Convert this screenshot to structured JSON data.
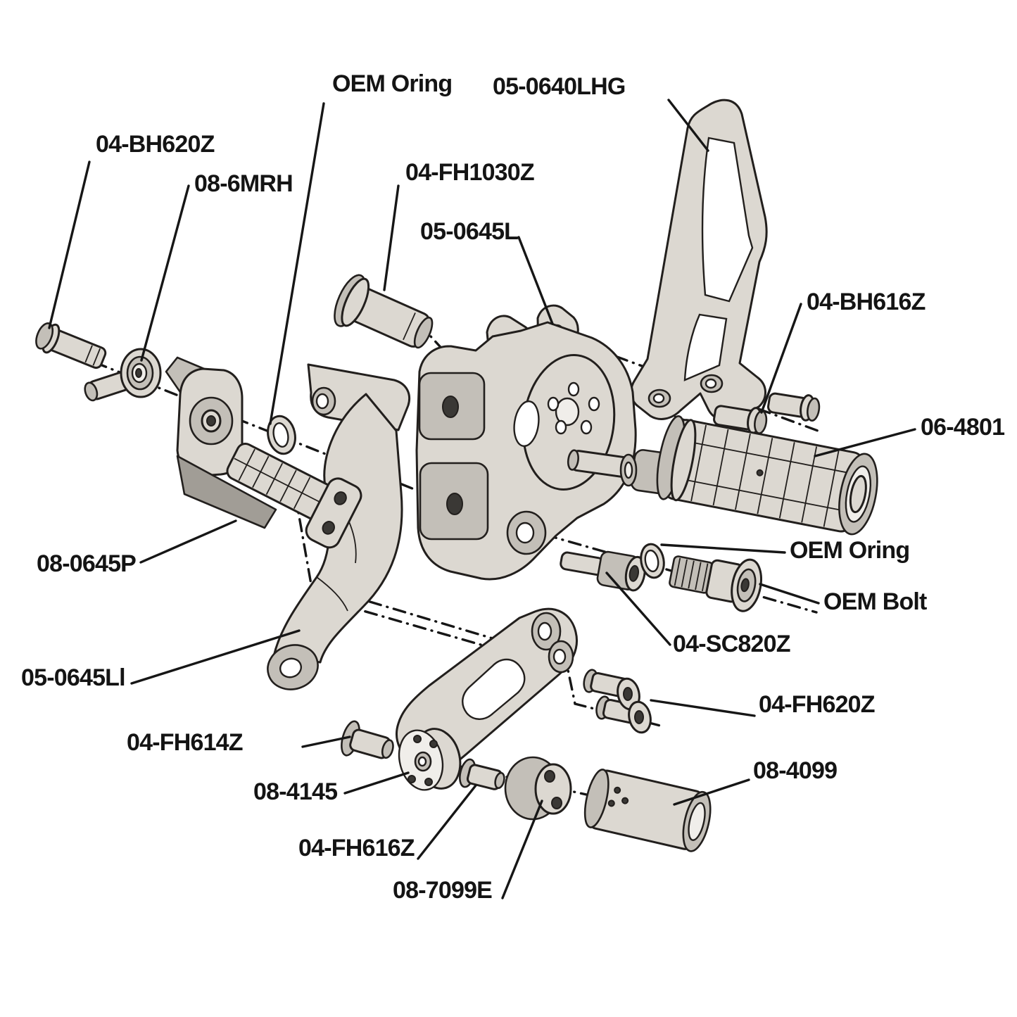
{
  "diagram": {
    "kind": "exploded-parts-diagram",
    "subject": "motorcycle rearset assembly with part number callouts",
    "background_color": "#ffffff",
    "line_color": "#161616",
    "part_fill_color": "#dcd8d1",
    "part_shade_color": "#a19d96"
  },
  "labels": [
    {
      "id": "04-bh620z",
      "text": "04-BH620Z"
    },
    {
      "id": "08-6mrh",
      "text": "08-6MRH"
    },
    {
      "id": "oem-oring-top",
      "text": "OEM Oring"
    },
    {
      "id": "05-0640lhg",
      "text": "05-0640LHG"
    },
    {
      "id": "04-fh1030z",
      "text": "04-FH1030Z"
    },
    {
      "id": "05-0645l",
      "text": "05-0645L"
    },
    {
      "id": "04-bh616z",
      "text": "04-BH616Z"
    },
    {
      "id": "06-4801",
      "text": "06-4801"
    },
    {
      "id": "oem-oring-right",
      "text": "OEM Oring"
    },
    {
      "id": "oem-bolt",
      "text": "OEM Bolt"
    },
    {
      "id": "04-sc820z",
      "text": "04-SC820Z"
    },
    {
      "id": "08-0645p",
      "text": "08-0645P"
    },
    {
      "id": "05-0645ll",
      "text": "05-0645Ll"
    },
    {
      "id": "04-fh614z",
      "text": "04-FH614Z"
    },
    {
      "id": "08-4145",
      "text": "08-4145"
    },
    {
      "id": "04-fh616z",
      "text": "04-FH616Z"
    },
    {
      "id": "08-7099e",
      "text": "08-7099E"
    },
    {
      "id": "04-fh620z",
      "text": "04-FH620Z"
    },
    {
      "id": "08-4099",
      "text": "08-4099"
    }
  ]
}
